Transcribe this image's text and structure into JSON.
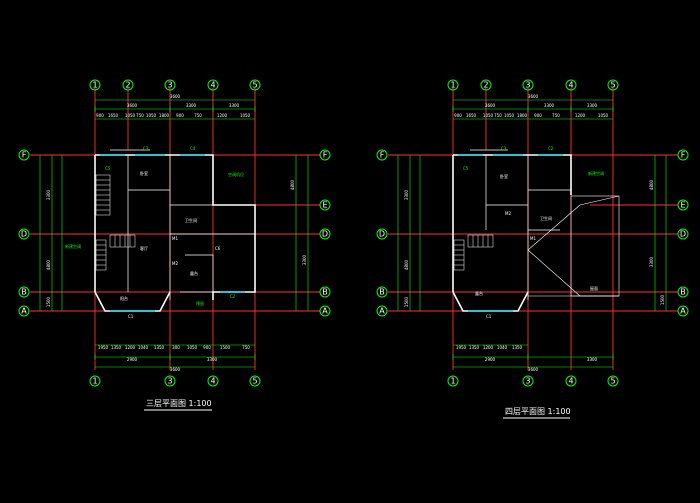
{
  "plans": [
    {
      "id": "third-floor",
      "title": "三层平面图 1:100",
      "top_axes": [
        "1",
        "2",
        "3",
        "4",
        "5"
      ],
      "bottom_axes": [
        "1",
        "3",
        "4",
        "5"
      ],
      "side_axes": [
        "F",
        "E",
        "D",
        "B",
        "A"
      ],
      "top_overall": "3600",
      "top_dims_row1": [
        "3600",
        "3300",
        "3300"
      ],
      "top_dims_row2": [
        "900",
        "1650",
        "1050",
        "750",
        "1050",
        "1800",
        "900",
        "750",
        "1200",
        "1050"
      ],
      "bottom_dims_row1": [
        "1950",
        "1350",
        "1200",
        "1040",
        "1350",
        "300",
        "1050",
        "900",
        "1500",
        "750"
      ],
      "bottom_dims_row2": [
        "2900",
        "3300"
      ],
      "bottom_overall": "3600",
      "left_dims": [
        "3300",
        "4800",
        "1500"
      ],
      "right_dims": [
        "4800",
        "3300"
      ],
      "rooms": [
        "卧室",
        "卫生间",
        "客厅",
        "阳台",
        "露台"
      ],
      "notes": [
        "空调机位",
        "新建空调",
        "预留"
      ],
      "labels": [
        "C5",
        "C3",
        "C4",
        "M1",
        "M2",
        "C1",
        "C2",
        "C6"
      ]
    },
    {
      "id": "fourth-floor",
      "title": "四层平面图 1:100",
      "top_axes": [
        "1",
        "2",
        "3",
        "4",
        "5"
      ],
      "bottom_axes": [
        "1",
        "3",
        "4",
        "5"
      ],
      "side_axes": [
        "F",
        "E",
        "D",
        "B",
        "A"
      ],
      "top_overall": "3600",
      "top_dims_row1": [
        "3600",
        "3300",
        "3300"
      ],
      "top_dims_row2": [
        "900",
        "1650",
        "1050",
        "750",
        "1050",
        "1800",
        "900",
        "750",
        "1200",
        "1050"
      ],
      "bottom_dims_row1": [
        "1950",
        "1350",
        "1200",
        "1040",
        "1350"
      ],
      "bottom_dims_row2": [
        "2900",
        "3300"
      ],
      "bottom_overall": "3600",
      "left_dims": [
        "3300",
        "4800",
        "1500"
      ],
      "right_dims": [
        "4800",
        "3300",
        "1500"
      ],
      "rooms": [
        "卧室",
        "卫生间",
        "露台"
      ],
      "notes": [
        "新建空调",
        "屋面"
      ],
      "labels": [
        "C5",
        "C3",
        "M1",
        "M2",
        "C1",
        "C2"
      ]
    }
  ]
}
